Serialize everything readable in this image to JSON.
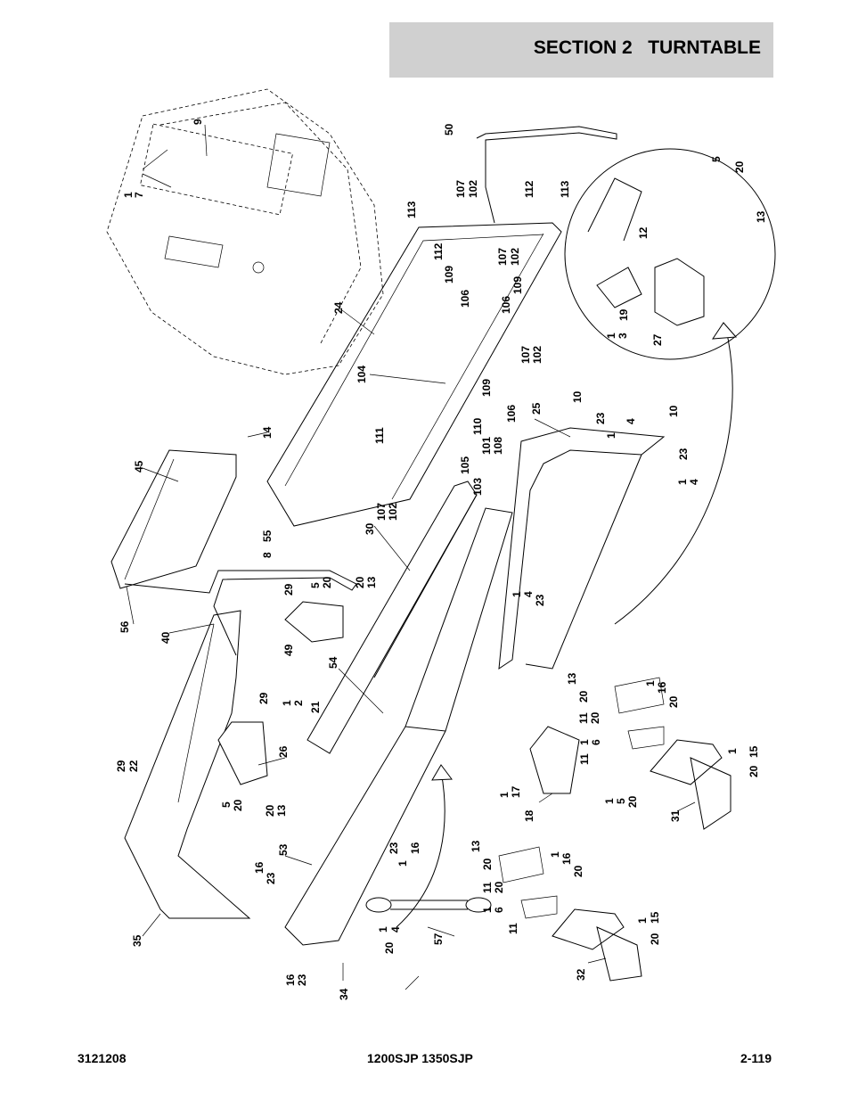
{
  "header": {
    "section_title": "SECTION 2   TURNTABLE"
  },
  "footer": {
    "doc_number": "3121208",
    "models": "1200SJP 1350SJP",
    "page_number": "2-119"
  },
  "callouts": [
    "9",
    "1",
    "7",
    "50",
    "113",
    "107",
    "102",
    "112",
    "113",
    "112",
    "107",
    "102",
    "109",
    "106",
    "106",
    "109",
    "24",
    "104",
    "107",
    "102",
    "109",
    "106",
    "111",
    "110",
    "101",
    "108",
    "105",
    "103",
    "107",
    "102",
    "25",
    "10",
    "23",
    "1",
    "4",
    "10",
    "23",
    "1",
    "4",
    "5",
    "20",
    "13",
    "12",
    "19",
    "1",
    "3",
    "27",
    "45",
    "14",
    "55",
    "8",
    "56",
    "30",
    "1",
    "4",
    "23",
    "40",
    "29",
    "5",
    "20",
    "20",
    "13",
    "49",
    "54",
    "1",
    "2",
    "21",
    "13",
    "20",
    "11",
    "20",
    "1",
    "6",
    "11",
    "1",
    "16",
    "20",
    "1",
    "15",
    "20",
    "31",
    "29",
    "22",
    "29",
    "26",
    "5",
    "20",
    "20",
    "13",
    "1",
    "17",
    "18",
    "1",
    "5",
    "20",
    "35",
    "16",
    "23",
    "53",
    "13",
    "1",
    "23",
    "16",
    "20",
    "11",
    "20",
    "1",
    "6",
    "11",
    "1",
    "16",
    "20",
    "57",
    "1",
    "4",
    "20",
    "1",
    "15",
    "20",
    "32",
    "16",
    "23",
    "34"
  ]
}
